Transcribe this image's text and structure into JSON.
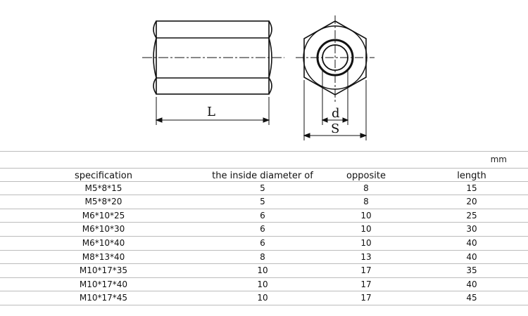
{
  "drawing": {
    "length_label": "L",
    "diameter_label": "d",
    "opposite_label": "S"
  },
  "table": {
    "unit": "mm",
    "headers": [
      "specification",
      "the inside diameter of",
      "opposite",
      "length"
    ],
    "rows": [
      [
        "M5*8*15",
        "5",
        "8",
        "15"
      ],
      [
        "M5*8*20",
        "5",
        "8",
        "20"
      ],
      [
        "M6*10*25",
        "6",
        "10",
        "25"
      ],
      [
        "M6*10*30",
        "6",
        "10",
        "30"
      ],
      [
        "M6*10*40",
        "6",
        "10",
        "40"
      ],
      [
        "M8*13*40",
        "8",
        "13",
        "40"
      ],
      [
        "M10*17*35",
        "10",
        "17",
        "35"
      ],
      [
        "M10*17*40",
        "10",
        "17",
        "40"
      ],
      [
        "M10*17*45",
        "10",
        "17",
        "45"
      ]
    ]
  }
}
